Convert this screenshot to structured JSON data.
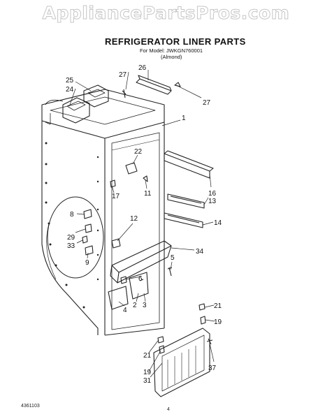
{
  "watermark": "AppliancePartsPros.com",
  "title": "REFRIGERATOR LINER PARTS",
  "model_line": "For Model: JWKGN760001",
  "color_line": "(Almond)",
  "doc_number": "4361103",
  "page_number": "4",
  "labels": {
    "l26": "26",
    "l27a": "27",
    "l27b": "27",
    "l25": "25",
    "l24": "24",
    "l1": "1",
    "l22": "22",
    "l11": "11",
    "l17": "17",
    "l16": "16",
    "l13": "13",
    "l14": "14",
    "l8": "8",
    "l29": "29",
    "l33": "33",
    "l9": "9",
    "l12": "12",
    "l34": "34",
    "l5": "5",
    "l6": "6",
    "l2": "2",
    "l3": "3",
    "l4": "4",
    "l21a": "21",
    "l19a": "19",
    "l21b": "21",
    "l19b": "19",
    "l31": "31",
    "l37": "37"
  }
}
